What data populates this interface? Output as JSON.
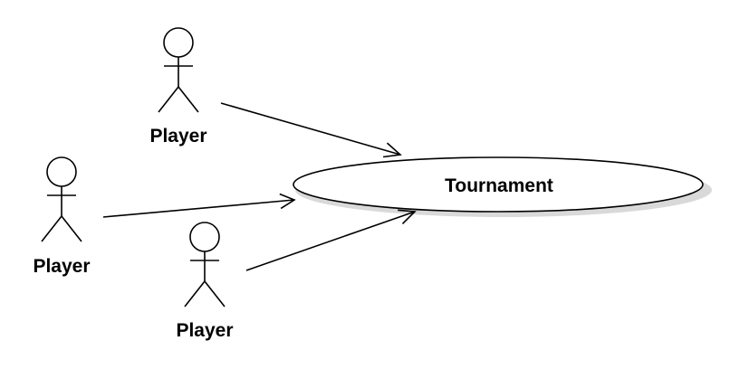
{
  "diagram": {
    "type": "uml-use-case",
    "actors": [
      {
        "id": "player-top",
        "label": "Player"
      },
      {
        "id": "player-left",
        "label": "Player"
      },
      {
        "id": "player-bottom",
        "label": "Player"
      }
    ],
    "use_case": {
      "id": "tournament",
      "label": "Tournament"
    },
    "associations": [
      {
        "from": "player-top",
        "to": "tournament"
      },
      {
        "from": "player-left",
        "to": "tournament"
      },
      {
        "from": "player-bottom",
        "to": "tournament"
      }
    ],
    "colors": {
      "stroke": "#000000",
      "fill": "#ffffff",
      "shadow": "#d9d9d9"
    }
  }
}
